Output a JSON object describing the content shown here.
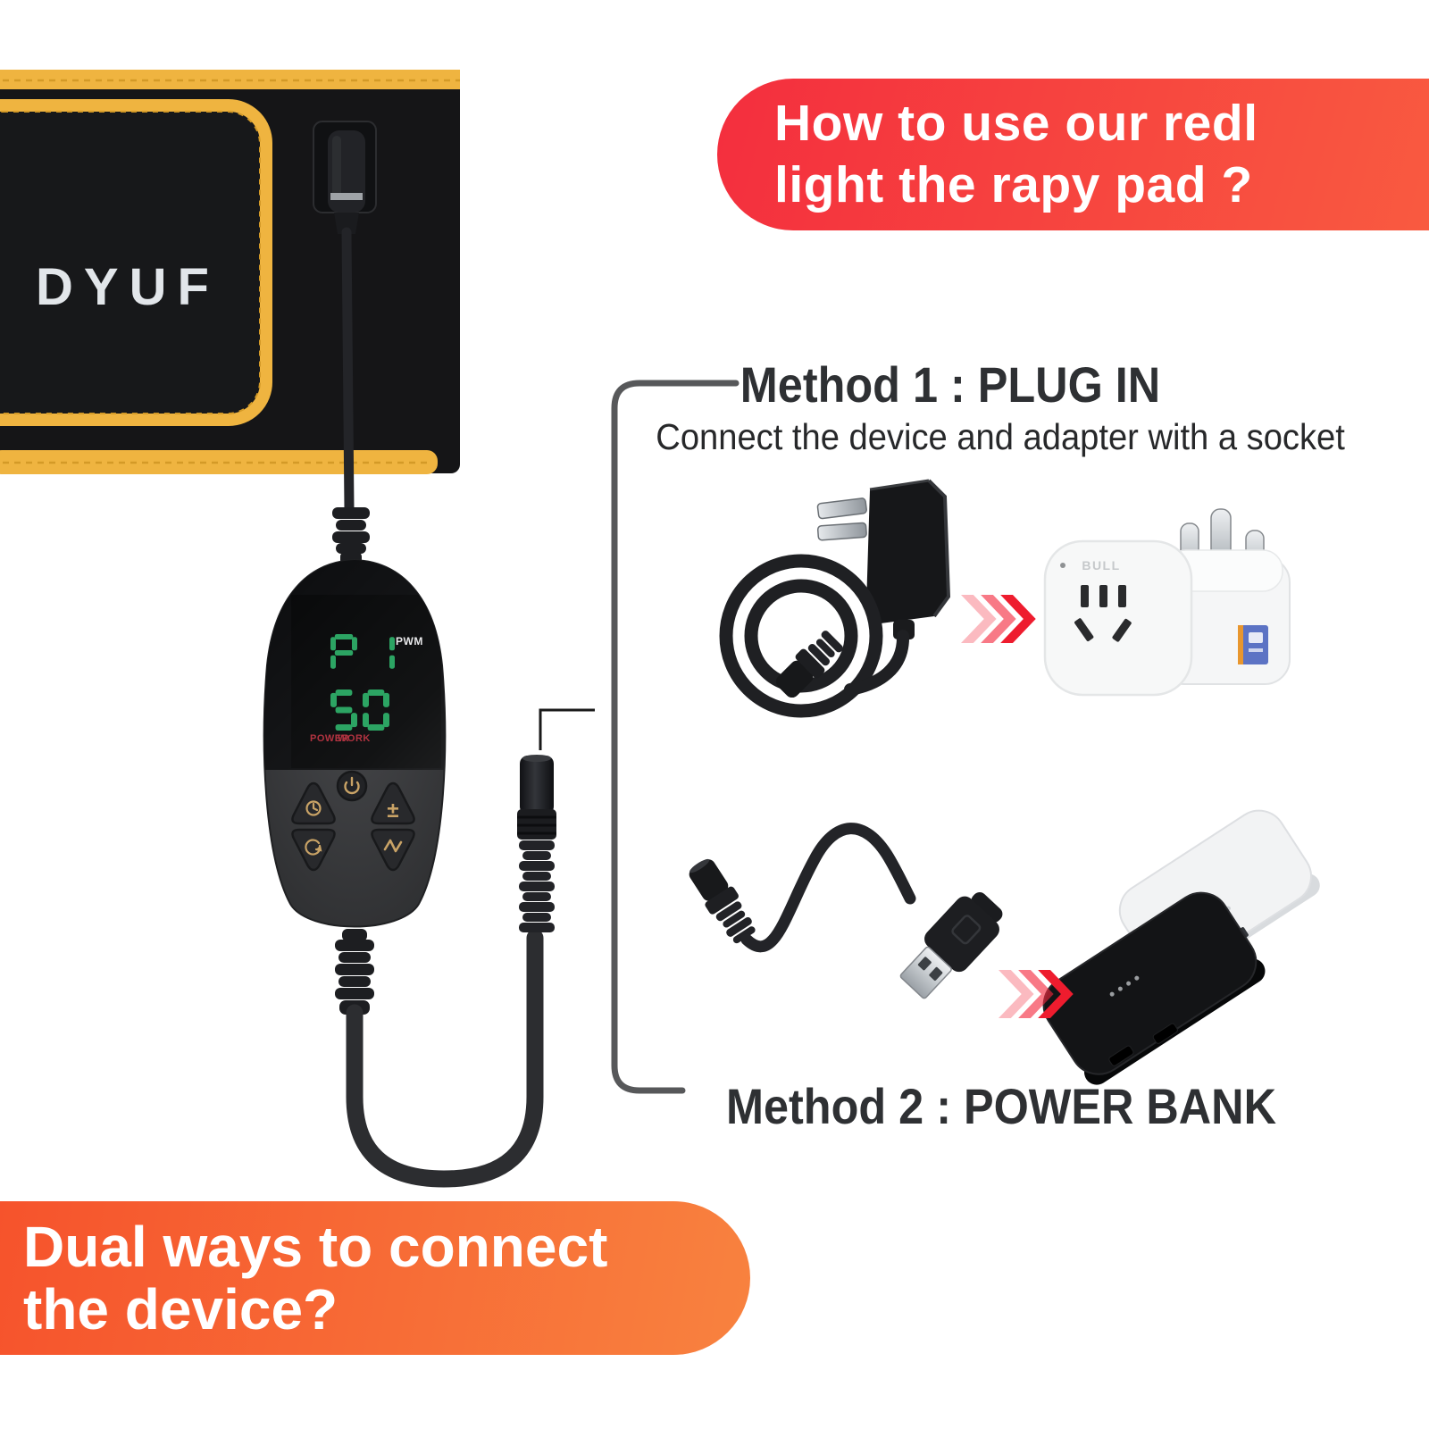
{
  "top_banner": {
    "line1": "How to use our redl",
    "line2": "light the rapy pad ?",
    "color_start": "#f42e3e",
    "color_end": "#f95a40"
  },
  "belt": {
    "brand": "DYUF",
    "fabric_color": "#151517",
    "trim_color": "#efb440"
  },
  "controller": {
    "display_mode": "P1",
    "display_value": "50",
    "pwm_label": "PWM",
    "power_label": "POWER",
    "work_label": "WORK",
    "segment_color": "#2ca463",
    "label_red": "#b13340",
    "icon_gold": "#c9a366",
    "plus_minus_glyph": "±"
  },
  "method1": {
    "heading": "Method 1 : PLUG IN",
    "subheading": "Connect the device and adapter with a socket"
  },
  "method2": {
    "heading": "Method 2 : POWER BANK"
  },
  "socket": {
    "brand_mark": "BULL"
  },
  "bottom_banner": {
    "line1": "Dual ways to connect",
    "line2": "the device?",
    "color_start": "#f6532c",
    "color_end": "#f8823f"
  },
  "accents": {
    "chevron_red": "#f4273b",
    "bracket_gray": "#57585a"
  }
}
